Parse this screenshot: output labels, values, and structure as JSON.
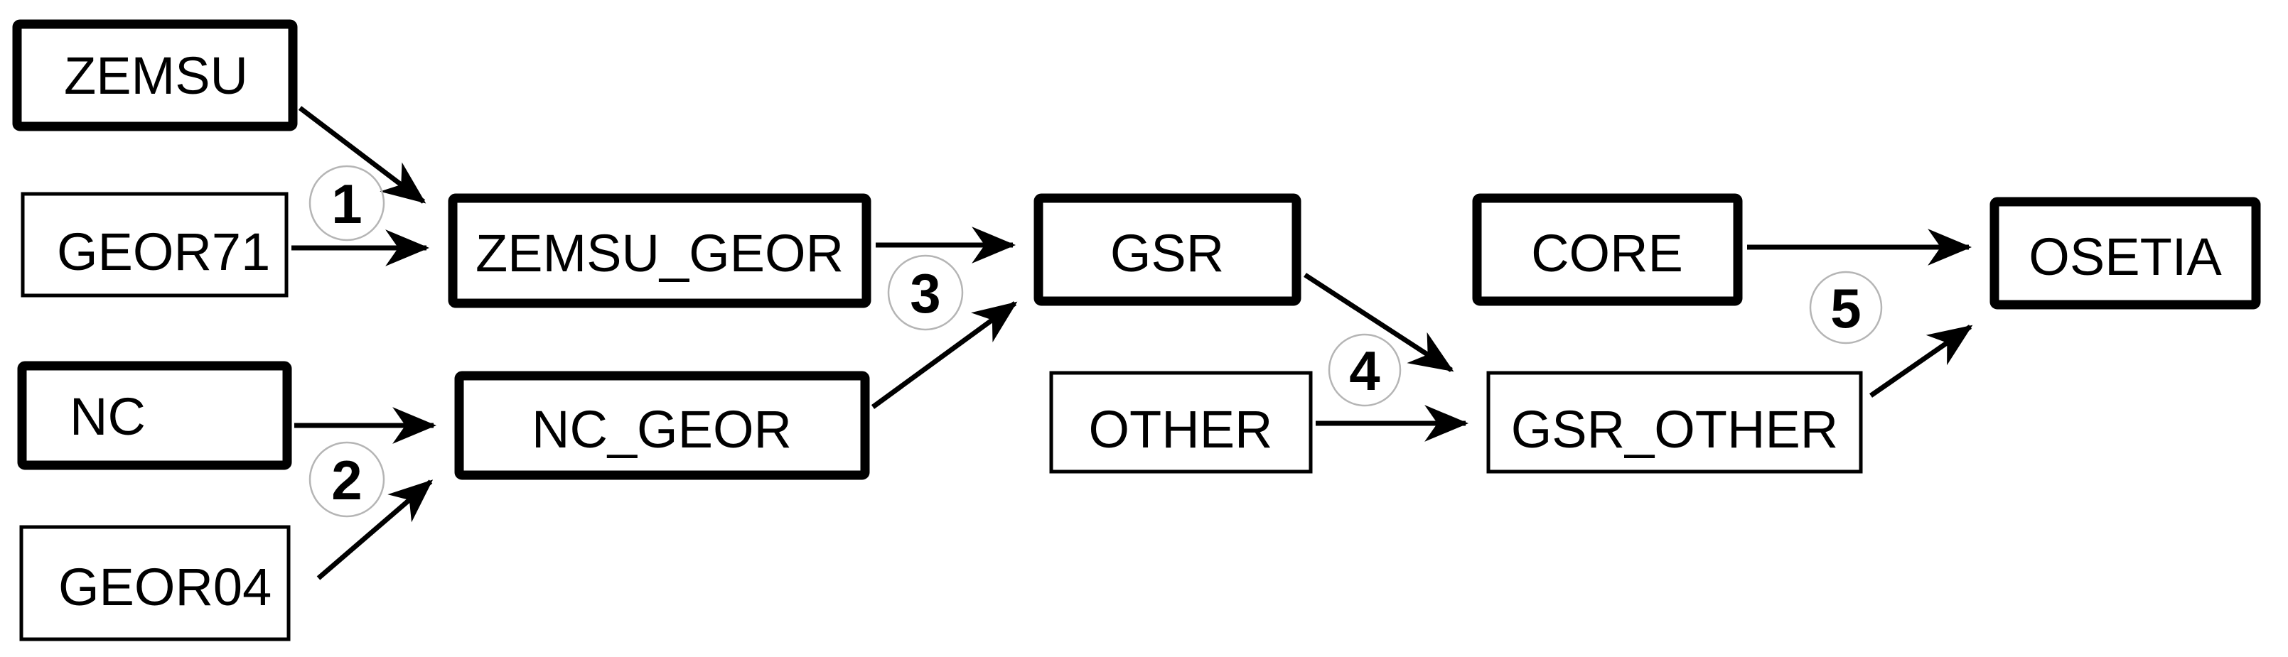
{
  "diagram": {
    "nodes": {
      "zemsu": {
        "label": "ZEMSU",
        "border": "thick"
      },
      "geor71": {
        "label": "GEOR71",
        "border": "thin"
      },
      "nc": {
        "label": "NC",
        "border": "thick"
      },
      "geor04": {
        "label": "GEOR04",
        "border": "thin"
      },
      "zemsu_geor": {
        "label": "ZEMSU_GEOR",
        "border": "thick"
      },
      "nc_geor": {
        "label": "NC_GEOR",
        "border": "thick"
      },
      "gsr": {
        "label": "GSR",
        "border": "thick"
      },
      "other": {
        "label": "OTHER",
        "border": "thin"
      },
      "core": {
        "label": "CORE",
        "border": "thick"
      },
      "gsr_other": {
        "label": "GSR_OTHER",
        "border": "thin"
      },
      "osetia": {
        "label": "OSETIA",
        "border": "thick"
      }
    },
    "steps": {
      "step1": {
        "number": "1"
      },
      "step2": {
        "number": "2"
      },
      "step3": {
        "number": "3"
      },
      "step4": {
        "number": "4"
      },
      "step5": {
        "number": "5"
      }
    },
    "edges": [
      {
        "from": "ZEMSU",
        "to": "ZEMSU_GEOR",
        "step": null
      },
      {
        "from": "GEOR71",
        "to": "ZEMSU_GEOR",
        "step": "1"
      },
      {
        "from": "NC",
        "to": "NC_GEOR",
        "step": null
      },
      {
        "from": "GEOR04",
        "to": "NC_GEOR",
        "step": "2"
      },
      {
        "from": "ZEMSU_GEOR",
        "to": "GSR",
        "step": null
      },
      {
        "from": "NC_GEOR",
        "to": "GSR",
        "step": "3"
      },
      {
        "from": "GSR",
        "to": "GSR_OTHER",
        "step": null
      },
      {
        "from": "OTHER",
        "to": "GSR_OTHER",
        "step": "4"
      },
      {
        "from": "CORE",
        "to": "OSETIA",
        "step": null
      },
      {
        "from": "GSR_OTHER",
        "to": "OSETIA",
        "step": "5"
      }
    ],
    "colors": {
      "background": "#ffffff",
      "box_fill": "#ffffff",
      "box_border": "#000000",
      "arrow": "#000000",
      "text": "#000000",
      "step_circle_border": "#b5b5b5"
    }
  }
}
